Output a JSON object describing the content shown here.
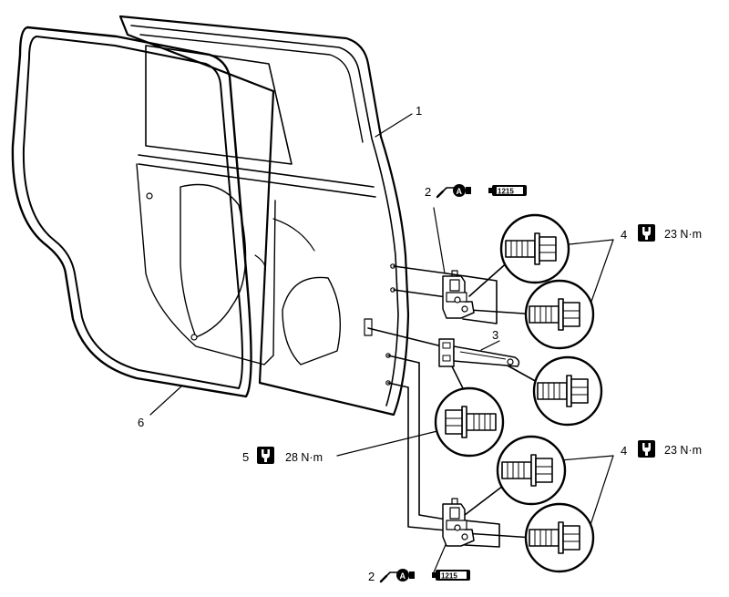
{
  "callouts": {
    "door_outer_panel": "1",
    "hinge_upper": "2",
    "hinge_lower": "2",
    "door_check": "3",
    "bolts_upper": "4",
    "bolts_lower": "4",
    "check_bolt": "5",
    "weatherstrip": "6"
  },
  "torques": {
    "upper_hinge_bolts": "23 N·m",
    "lower_hinge_bolts": "23 N·m",
    "door_check_bolt": "28 N·m"
  },
  "symbols": {
    "grease_circle_letter": "A",
    "sealant_code": "1215",
    "torque_icon": "torque-wrench-icon",
    "grease_icon": "grease-gun-icon",
    "sealant_icon": "sealant-tube-icon",
    "bolt_icon": "flange-bolt-icon"
  }
}
